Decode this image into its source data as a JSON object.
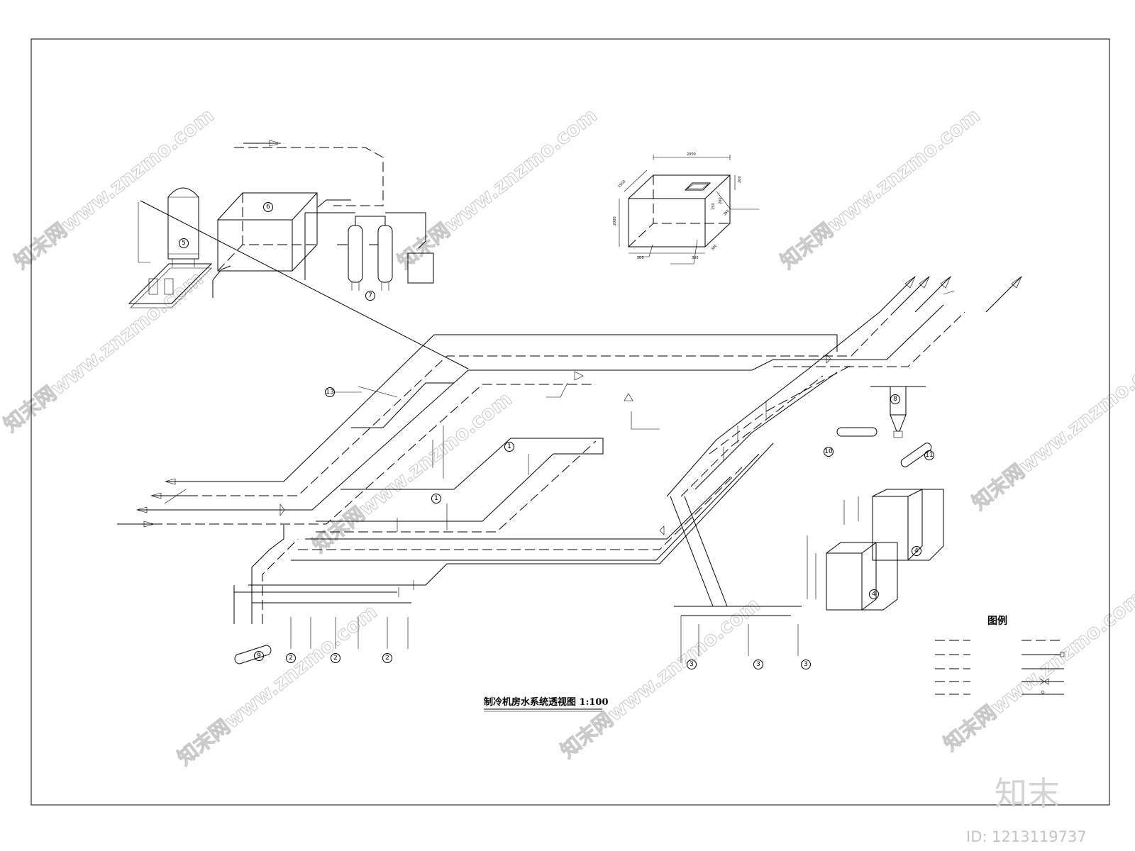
{
  "drawing": {
    "title": "制冷机房水系统透视图 1:100",
    "legend_title": "图例"
  },
  "tank_dimensions": {
    "width": "2000",
    "depth": "1500",
    "height": "2000",
    "d1": "200",
    "d2": "150",
    "d3": "200",
    "d4": "350",
    "d5": "500",
    "d6": "300",
    "d7": "300"
  },
  "equipment_labels": [
    "1",
    "2",
    "3",
    "4",
    "5",
    "6",
    "7",
    "8",
    "9",
    "10",
    "11",
    "13"
  ],
  "watermark": {
    "site": "知末网www.znzmo.com",
    "brand": "知末",
    "id_text": "ID: 1213119737"
  },
  "colors": {
    "line": "#000000",
    "watermark": "#c8c8c8",
    "background": "#ffffff"
  }
}
